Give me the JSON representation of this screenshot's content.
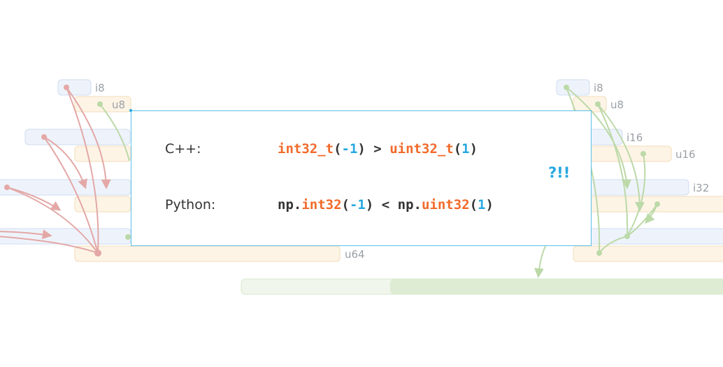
{
  "background": {
    "left_labels": [
      "i8",
      "u8",
      "u64"
    ],
    "right_labels": [
      "i8",
      "u8",
      "i16",
      "u16",
      "i32"
    ]
  },
  "card": {
    "cpp_label": "C++:",
    "cpp_code": {
      "t1": "int32_t",
      "t2": "(",
      "t3": "-1",
      "t4": ") > ",
      "t5": "uint32_t",
      "t6": "(",
      "t7": "1",
      "t8": ")"
    },
    "python_label": "Python:",
    "python_code": {
      "t1": "np.",
      "t2": "int32",
      "t3": "(",
      "t4": "-1",
      "t5": ") < np.",
      "t6": "uint32",
      "t7": "(",
      "t8": "1",
      "t9": ")"
    },
    "exclamation": "?!!"
  },
  "colors": {
    "type": "#f06a2a",
    "number": "#27a8e0",
    "border": "#5bbfe6",
    "signed_box": "#eef3fb",
    "unsigned_box": "#fdf4e6",
    "left_arrows": "#e3a8a6",
    "right_arrows": "#bcd9a8"
  }
}
